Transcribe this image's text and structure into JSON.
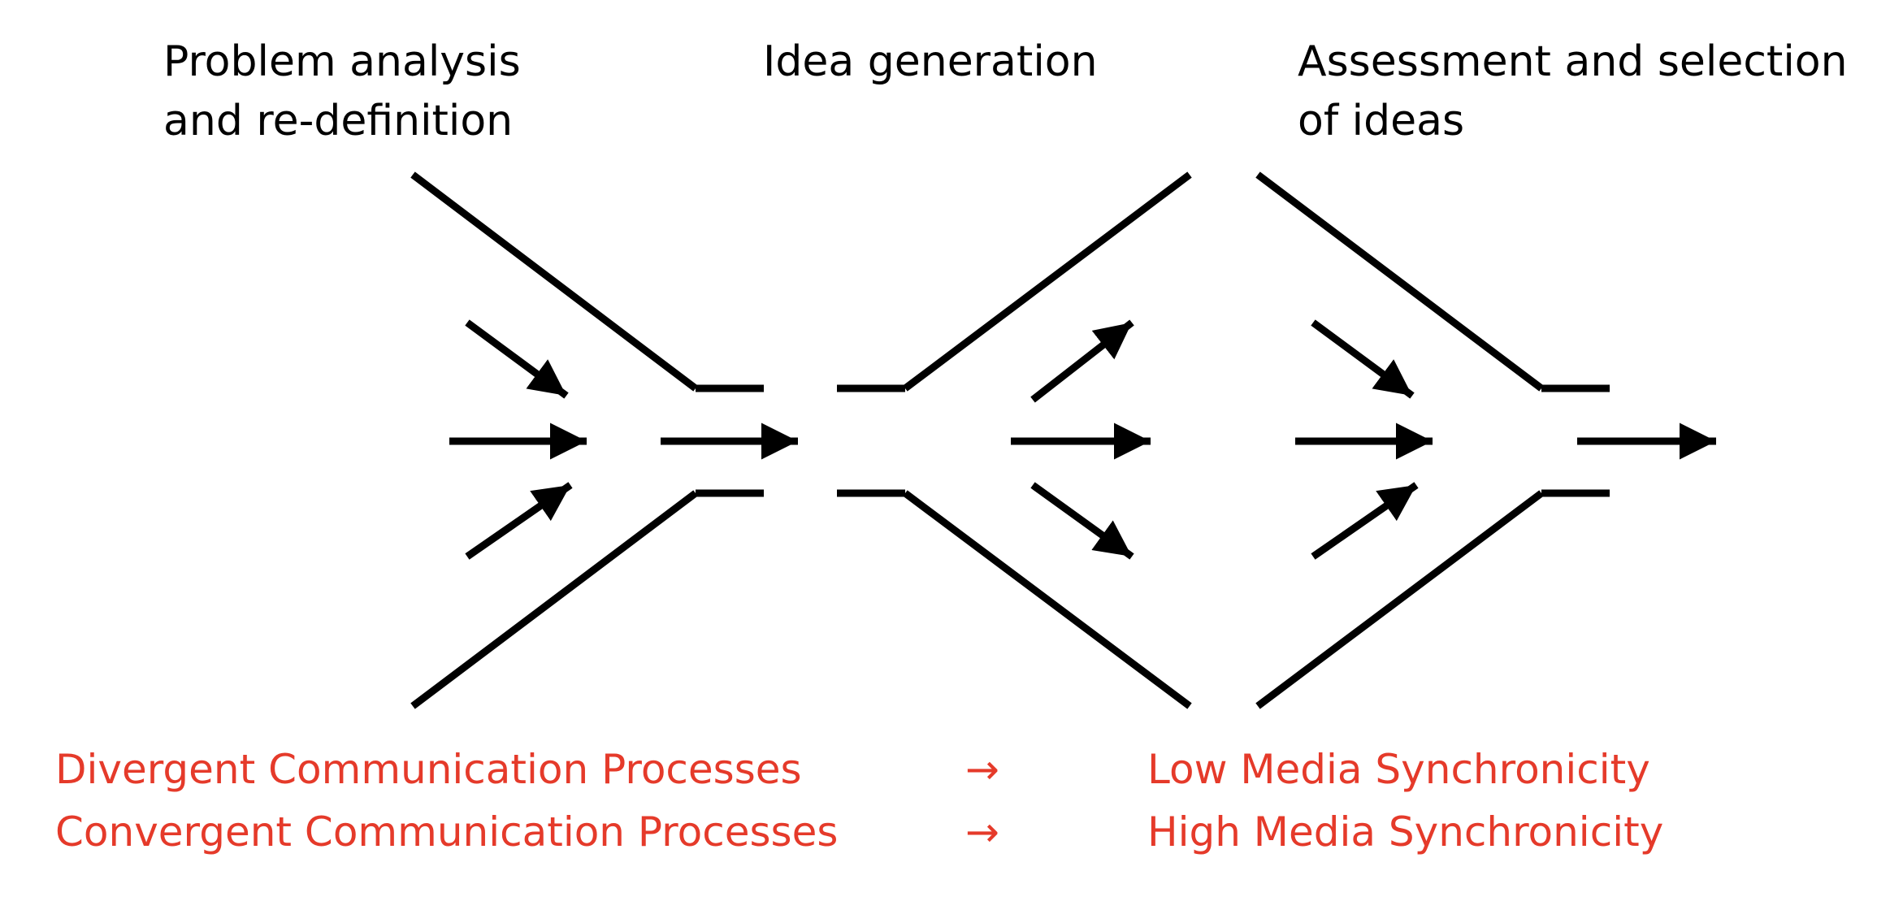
{
  "phases": [
    {
      "lines": [
        "Problem analysis",
        "and re-definition"
      ]
    },
    {
      "lines": [
        "Idea generation"
      ]
    },
    {
      "lines": [
        "Assessment and selection",
        "of ideas"
      ]
    }
  ],
  "legend": {
    "rows": [
      {
        "process": "Divergent Communication Processes",
        "arrow": "→",
        "synchronicity": "Low Media Synchronicity"
      },
      {
        "process": "Convergent Communication Processes",
        "arrow": "→",
        "synchronicity": "High Media Synchronicity"
      }
    ]
  },
  "colors": {
    "text": "#000000",
    "lines": "#000000",
    "legend": "#e53a2a"
  }
}
